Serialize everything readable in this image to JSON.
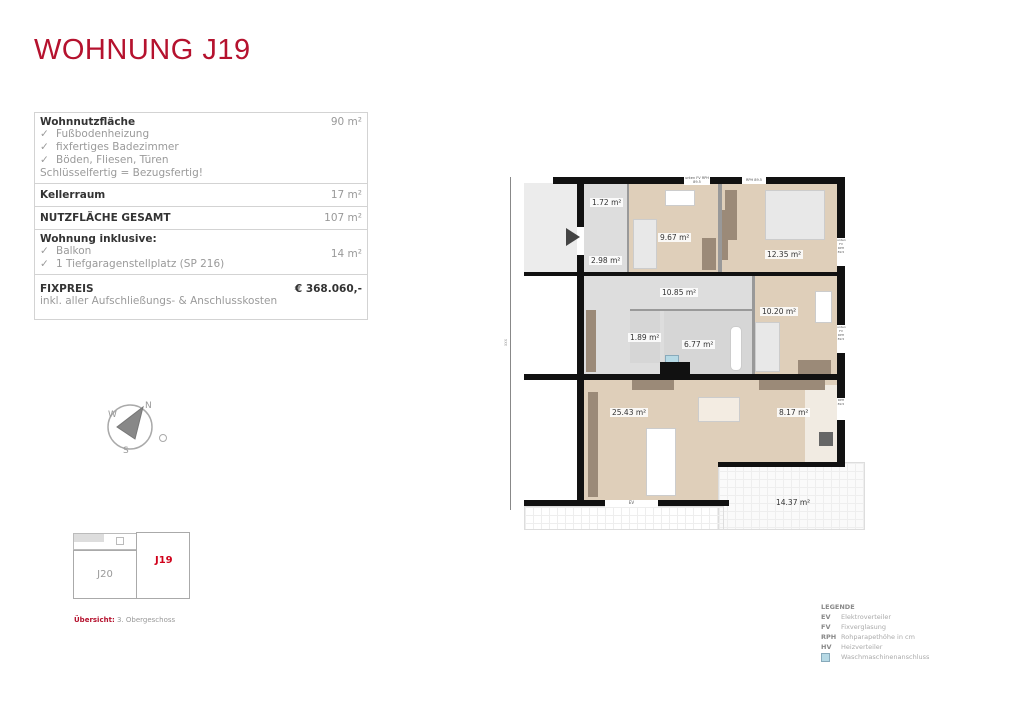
{
  "title": "WOHNUNG J19",
  "info": {
    "living": {
      "label": "Wohnnutzfläche",
      "value": "90 m²",
      "features": [
        "Fußbodenheizung",
        "fixfertiges Badezimmer",
        "Böden, Fliesen, Türen"
      ],
      "note": "Schlüsselfertig = Bezugsfertig!"
    },
    "cellar": {
      "label": "Kellerraum",
      "value": "17 m²"
    },
    "total": {
      "label": "NUTZFLÄCHE GESAMT",
      "value": "107 m²"
    },
    "included": {
      "label": "Wohnung inklusive:",
      "items": [
        "Balkon",
        "1 Tiefgaragenstellplatz (SP 216)"
      ],
      "value": "14 m²"
    },
    "price": {
      "label": "FIXPREIS",
      "value": "€ 368.060,-",
      "note": "inkl. aller Aufschließungs- & Anschlusskosten"
    },
    "check": "✓"
  },
  "compass": {
    "n": "N",
    "w": "W",
    "s": "S"
  },
  "overview": {
    "unit_current": "J19",
    "unit_other": "J20",
    "caption_label": "Übersicht:",
    "caption_value": "3. Obergeschoss",
    "accent": "#b5122e"
  },
  "plan": {
    "rooms": [
      "1.72 m²",
      "2.98 m²",
      "9.67 m²",
      "12.35 m²",
      "10.85 m²",
      "10.20 m²",
      "1.89 m²",
      "6.77 m²",
      "25.43 m²",
      "8.17 m²",
      "14.37 m²"
    ],
    "tags": {
      "top1": "unten FV RPH 89.5",
      "top2": "RPH 89.5",
      "right1": "unten FV RPH 89.5",
      "right2": "unten FV RPH 89.5",
      "right3": "RPH 89.5",
      "ev": "EV",
      "dim": "xxx"
    }
  },
  "legend": {
    "title": "LEGENDE",
    "items": [
      {
        "key": "EV",
        "desc": "Elektroverteiler"
      },
      {
        "key": "FV",
        "desc": "Fixverglasung"
      },
      {
        "key": "RPH",
        "desc": "Rohparapethöhe in cm"
      },
      {
        "key": "HV",
        "desc": "Heizverteiler"
      },
      {
        "key": "",
        "desc": "Waschmaschinenanschluss"
      }
    ]
  },
  "colors": {
    "accent": "#b5122e",
    "room": "#dfcfba",
    "hall": "#dddddd",
    "wall": "#111111"
  }
}
